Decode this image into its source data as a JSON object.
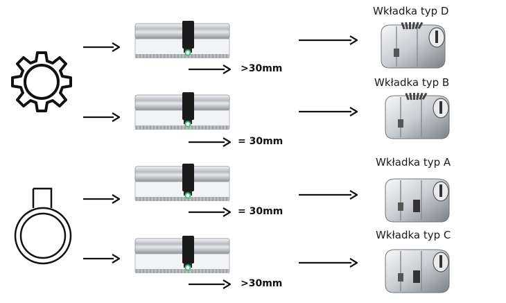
{
  "rows": [
    {
      "measure": ">30mm",
      "label": "Wkładka typ D"
    },
    {
      "measure": "= 30mm",
      "label": "Wkładka typ B"
    },
    {
      "measure": "= 30mm",
      "label": "Wkładka typ A"
    },
    {
      "measure": ">30mm",
      "label": "Wkładka typ C"
    }
  ],
  "icons": {
    "top": "gear-icon",
    "bottom": "thumb-turn-knob-icon"
  },
  "colors": {
    "line": "#111111",
    "metal_light": "#e6e8ea",
    "metal_mid": "#b8bcc0",
    "metal_dark": "#8c9196",
    "cam": "#1b1b1b",
    "indicator": "#3fbf7f"
  }
}
